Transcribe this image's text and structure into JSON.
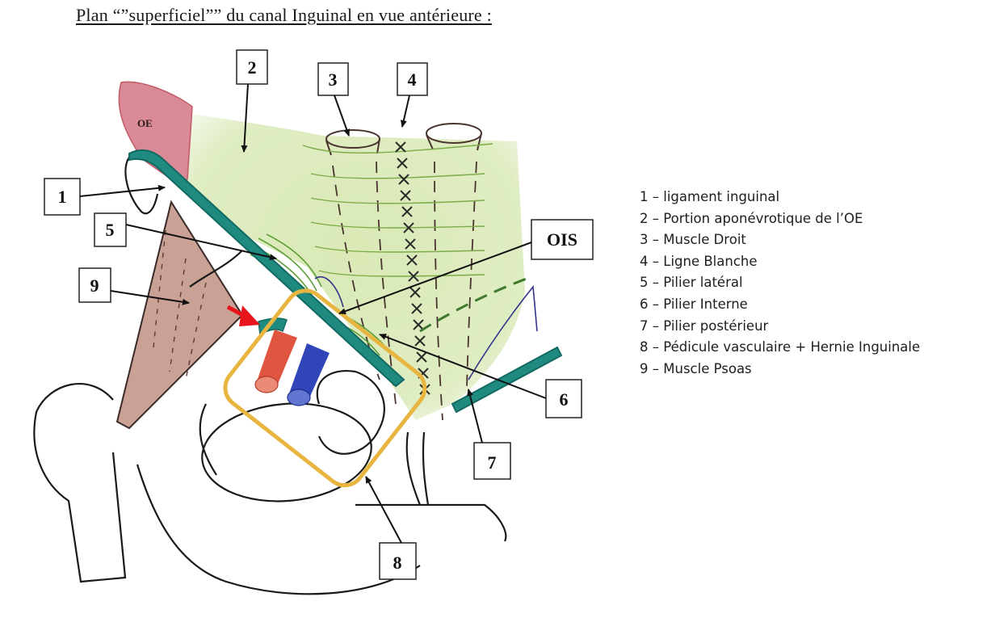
{
  "title": "Plan “”superficiel”” du canal Inguinal en vue antérieure :",
  "diagram": {
    "labels": {
      "l1": "1",
      "l2": "2",
      "l3": "3",
      "l4": "4",
      "l5": "5",
      "l6": "6",
      "l7": "7",
      "l8": "8",
      "l9": "9",
      "ois": "OIS",
      "oe": "OE"
    },
    "colors": {
      "ligament": "#1f8a80",
      "aponeurosis": "#cfe0a6",
      "oe_muscle": "#d98a96",
      "psoas": "#c9a195",
      "artery": "#e0553f",
      "vein": "#2f45b8",
      "highlight_box": "#e8b640",
      "red_arrow": "#e8161c"
    }
  },
  "legend": [
    {
      "number": "1",
      "text": "ligament inguinal"
    },
    {
      "number": "2",
      "text": "Portion aponévrotique de l’OE"
    },
    {
      "number": "3",
      "text": "Muscle Droit"
    },
    {
      "number": "4",
      "text": "Ligne Blanche"
    },
    {
      "number": "5",
      "text": "Pilier latéral"
    },
    {
      "number": "6",
      "text": "Pilier Interne"
    },
    {
      "number": "7",
      "text": "Pilier postérieur"
    },
    {
      "number": "8",
      "text": "Pédicule vasculaire + Hernie Inguinale"
    },
    {
      "number": "9",
      "text": "Muscle Psoas"
    }
  ],
  "legend_separator": "–"
}
